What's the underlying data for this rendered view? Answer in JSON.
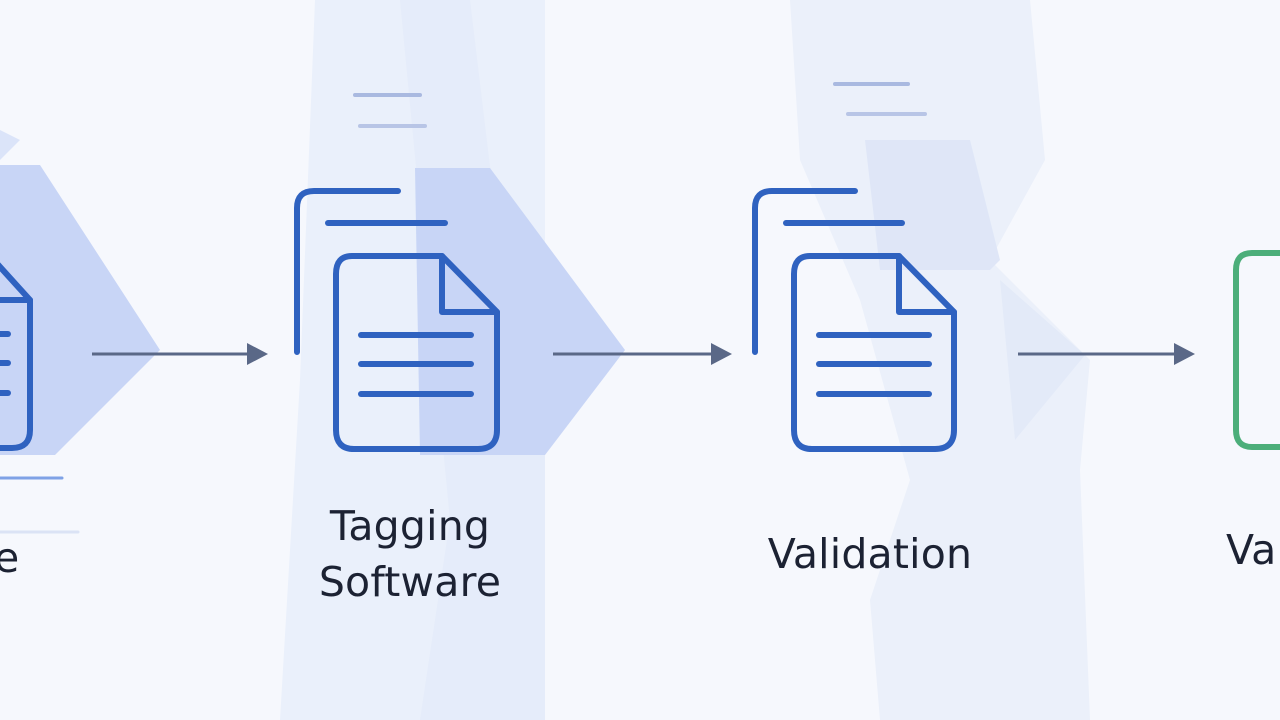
{
  "stages": [
    {
      "id": "stage-1",
      "label_lines": [
        "e"
      ]
    },
    {
      "id": "stage-2",
      "label_lines": [
        "Tagging",
        "Software"
      ]
    },
    {
      "id": "stage-3",
      "label_lines": [
        "Validation"
      ]
    },
    {
      "id": "stage-4",
      "label_lines": [
        "Va"
      ]
    }
  ],
  "colors": {
    "document_stroke": "#2f62c0",
    "final_document_stroke": "#4cae7a",
    "arrow": "#5a6887",
    "chevron_fill": "#c9d6f5",
    "band_fill": "#e9effb"
  },
  "icons": [
    "document-icon",
    "document-icon",
    "document-icon",
    "document-icon"
  ]
}
